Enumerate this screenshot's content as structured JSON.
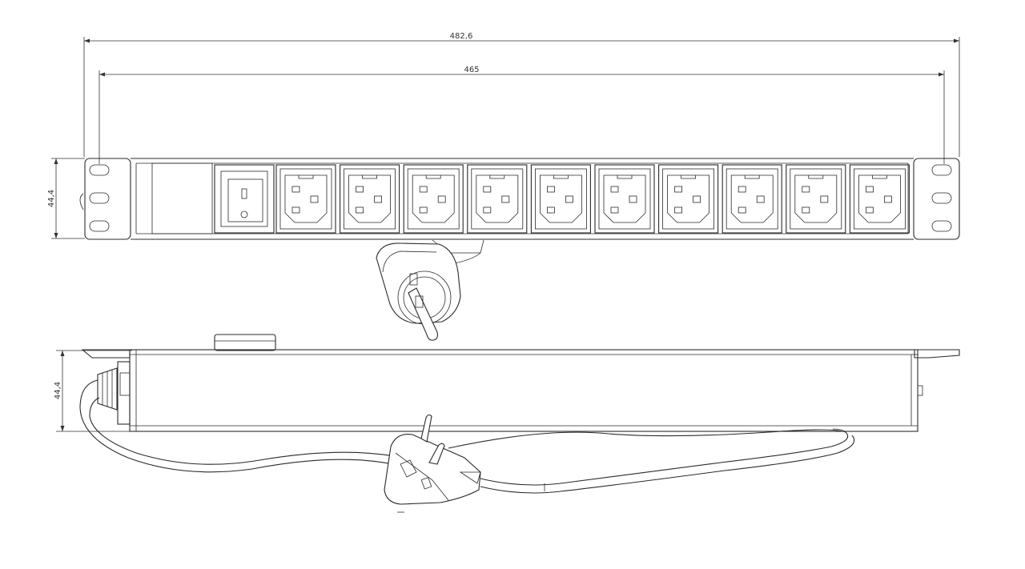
{
  "dimensions": {
    "overall_width": "482,6",
    "inner_width": "465",
    "height_front": "44,4",
    "height_side": "44,4"
  },
  "front_view": {
    "outlet_count": 10
  }
}
